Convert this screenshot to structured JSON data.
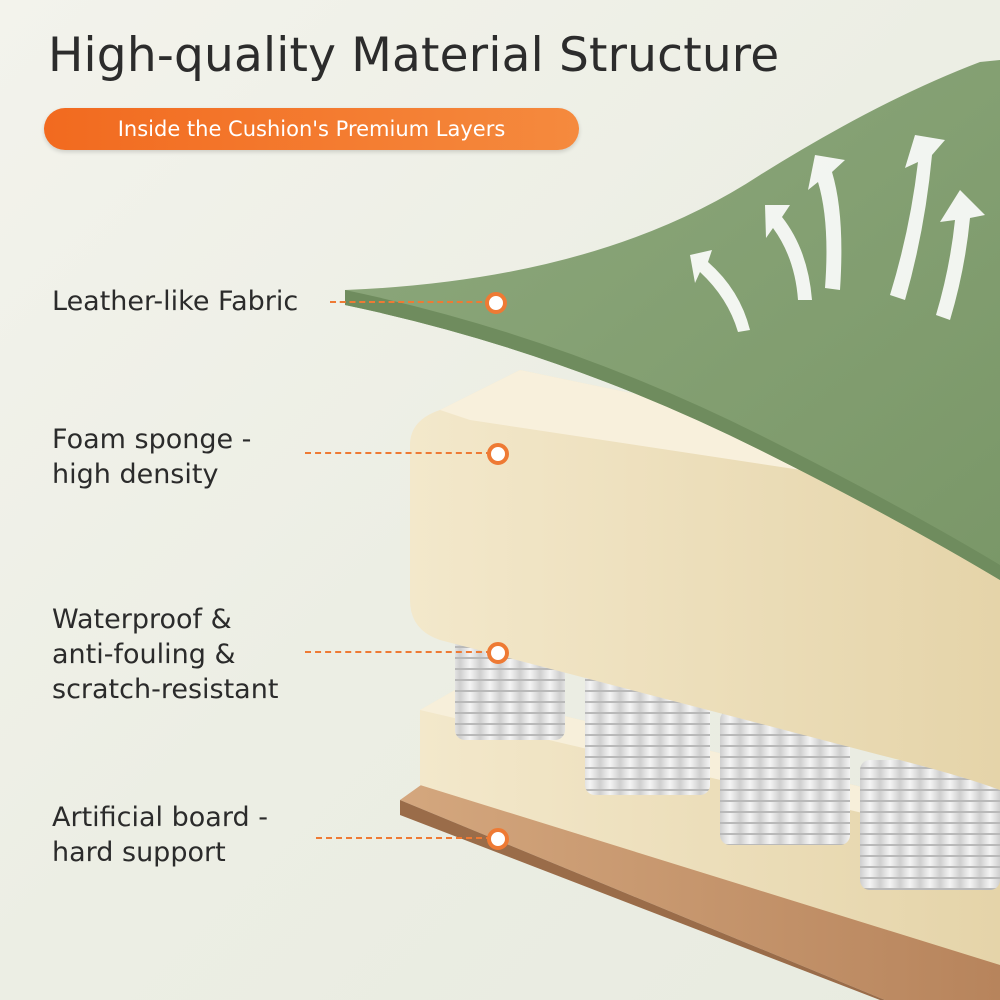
{
  "title": "High-quality Material Structure",
  "subtitle": "Inside the Cushion's Premium Layers",
  "layers": [
    {
      "lines": [
        "Leather-like Fabric"
      ]
    },
    {
      "lines": [
        "Foam sponge -",
        "high density"
      ]
    },
    {
      "lines": [
        "Waterproof &",
        "anti-fouling &",
        "scratch-resistant"
      ]
    },
    {
      "lines": [
        "Artificial board -",
        "hard support"
      ]
    }
  ],
  "colors": {
    "accent": "#ee7a34",
    "fabric": "#8aa678",
    "foam": "#efe2c1",
    "spring": "#e6e6e6",
    "board": "#c99a72"
  }
}
